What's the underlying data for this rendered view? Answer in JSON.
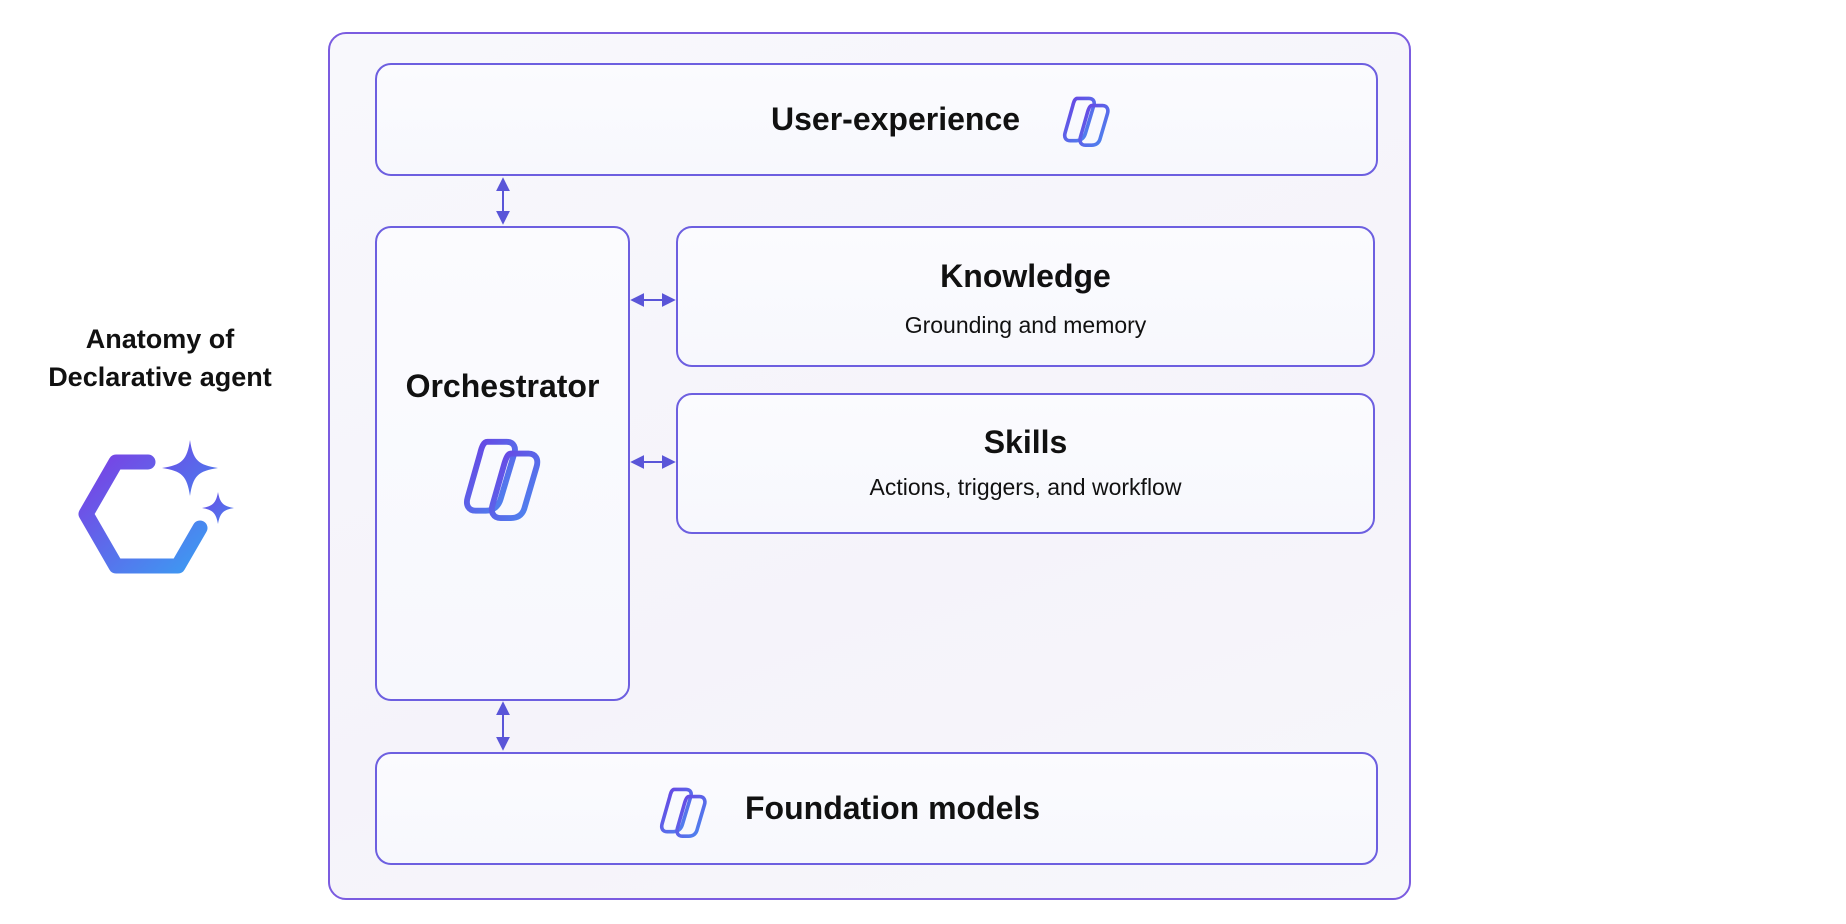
{
  "caption": {
    "line1": "Anatomy of",
    "line2": "Declarative agent"
  },
  "boxes": {
    "user_experience": {
      "title": "User-experience"
    },
    "orchestrator": {
      "title": "Orchestrator"
    },
    "knowledge": {
      "title": "Knowledge",
      "subtitle": "Grounding and memory"
    },
    "skills": {
      "title": "Skills",
      "subtitle": "Actions, triggers, and workflow"
    },
    "foundation_models": {
      "title": "Foundation models"
    }
  },
  "icons": {
    "agent": "agent-hexagon-sparkle-icon",
    "copilot": "copilot-icon"
  },
  "colors": {
    "purple": "#6a3be0",
    "blue": "#4a8ef0",
    "arrow": "#5a55d8"
  }
}
